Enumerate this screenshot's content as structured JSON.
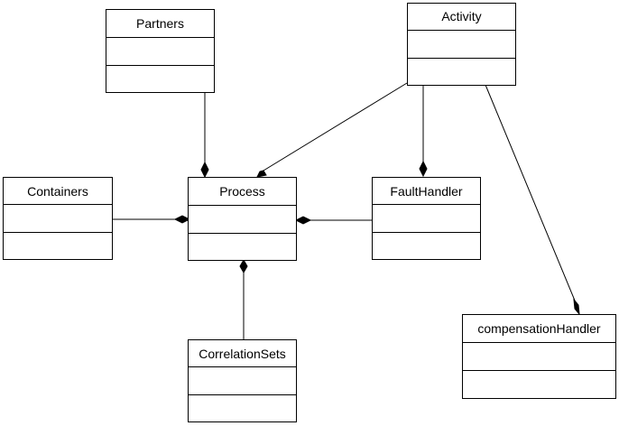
{
  "diagram": {
    "type": "uml-class-diagram",
    "classes": [
      {
        "id": "partners",
        "name": "Partners"
      },
      {
        "id": "activity",
        "name": "Activity"
      },
      {
        "id": "containers",
        "name": "Containers"
      },
      {
        "id": "process",
        "name": "Process"
      },
      {
        "id": "faulthandler",
        "name": "FaultHandler"
      },
      {
        "id": "correlationsets",
        "name": "CorrelationSets"
      },
      {
        "id": "compensationhandler",
        "name": "compensationHandler"
      }
    ],
    "relationships": [
      {
        "type": "composition",
        "from": "partners",
        "to": "process"
      },
      {
        "type": "composition",
        "from": "activity",
        "to": "process"
      },
      {
        "type": "composition",
        "from": "containers",
        "to": "process"
      },
      {
        "type": "composition",
        "from": "faulthandler",
        "to": "process"
      },
      {
        "type": "composition",
        "from": "correlationsets",
        "to": "process"
      },
      {
        "type": "composition",
        "from": "activity",
        "to": "faulthandler"
      },
      {
        "type": "composition",
        "from": "activity",
        "to": "compensationhandler"
      }
    ]
  }
}
